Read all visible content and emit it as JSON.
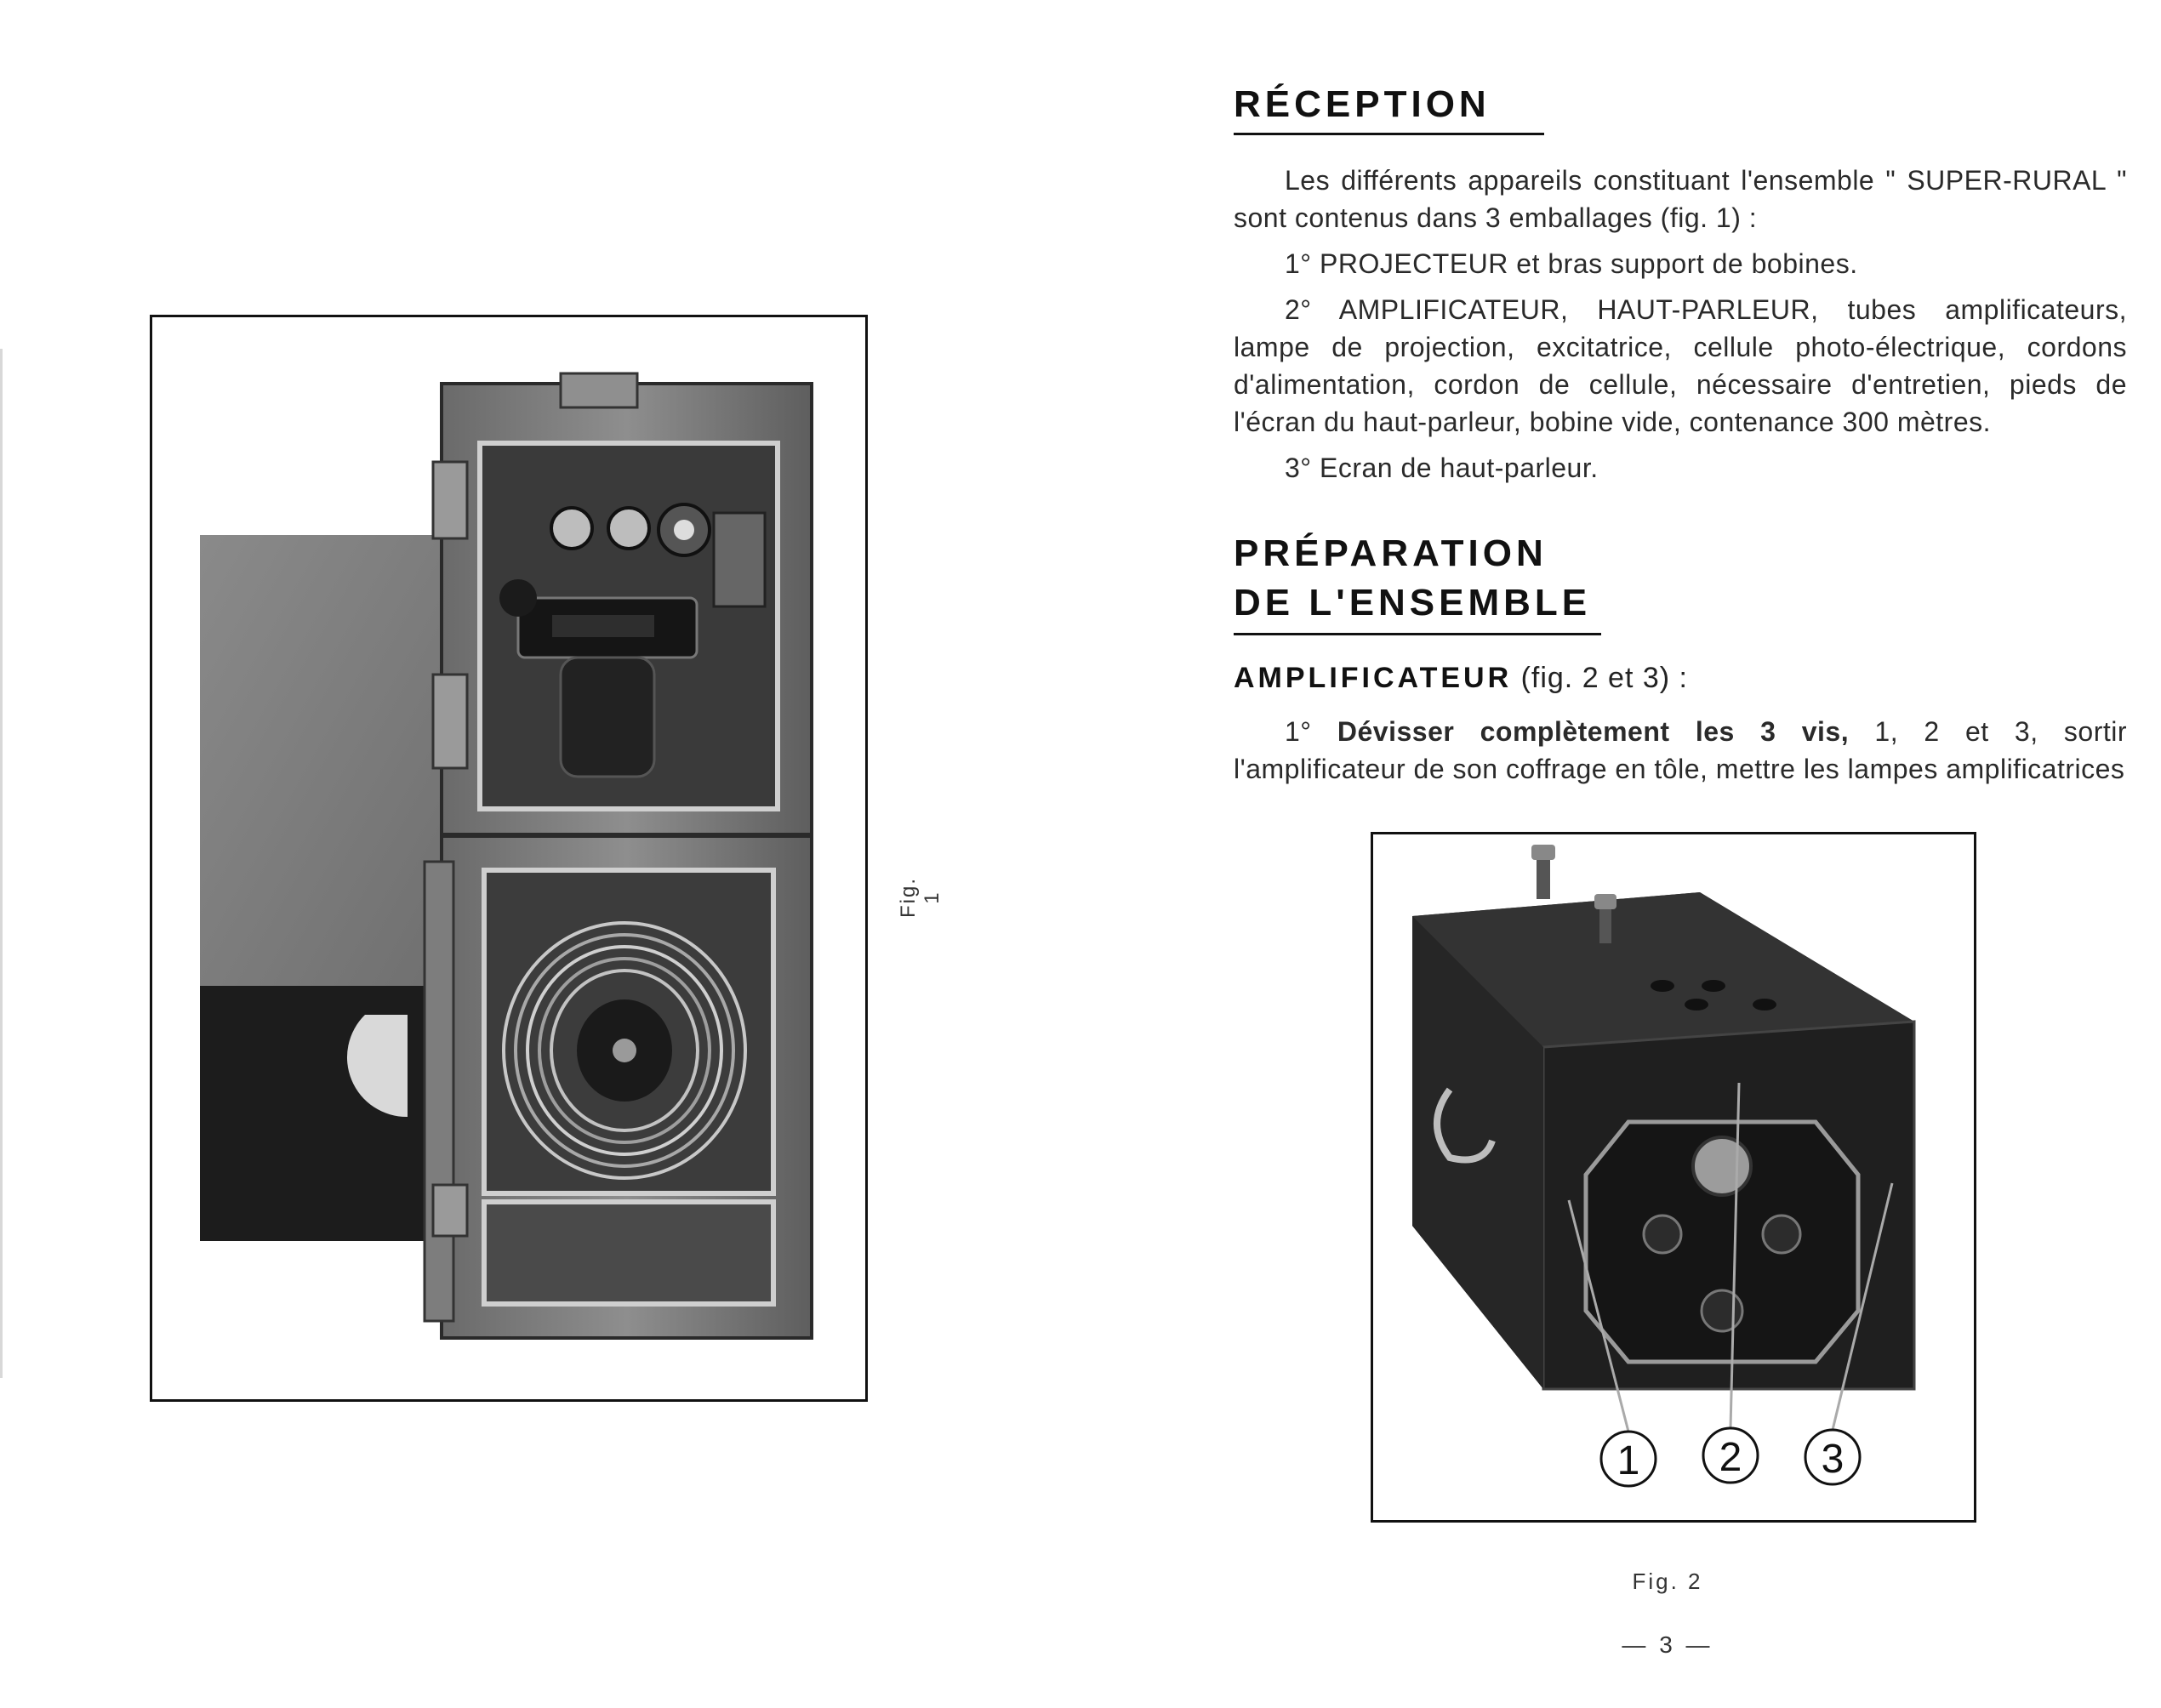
{
  "left_page": {
    "figure_1": {
      "caption": "Fig. 1"
    }
  },
  "right_page": {
    "sections": [
      {
        "heading": "RÉCEPTION"
      },
      {
        "heading_lines": [
          "PRÉPARATION",
          "DE L'ENSEMBLE"
        ]
      }
    ],
    "reception_paragraphs": [
      "Les différents appareils constituant l'ensemble \" SUPER-RURAL \" sont contenus dans 3 emballages (fig. 1) :",
      "1° PROJECTEUR et bras support de bobines.",
      "2° AMPLIFICATEUR, HAUT-PARLEUR, tubes amplificateurs, lampe de projection, excitatrice, cellule photo-électrique, cordons d'alimentation, cordon de cellule, nécessaire d'entretien, pieds de l'écran du haut-parleur, bobine vide, contenance 300 mètres.",
      "3° Ecran de haut-parleur."
    ],
    "amplificateur": {
      "title": "AMPLIFICATEUR",
      "ref": "(fig. 2 et 3) :",
      "step1": {
        "number": "1°",
        "bold": "Dévisser complètement les 3 vis,",
        "rest": "1, 2 et 3, sortir l'amplificateur de son coffrage en tôle, mettre les lampes amplificatrices"
      }
    },
    "figure_2": {
      "callouts": [
        "1",
        "2",
        "3"
      ],
      "caption": "Fig. 2"
    },
    "page_number": "— 3 —"
  }
}
